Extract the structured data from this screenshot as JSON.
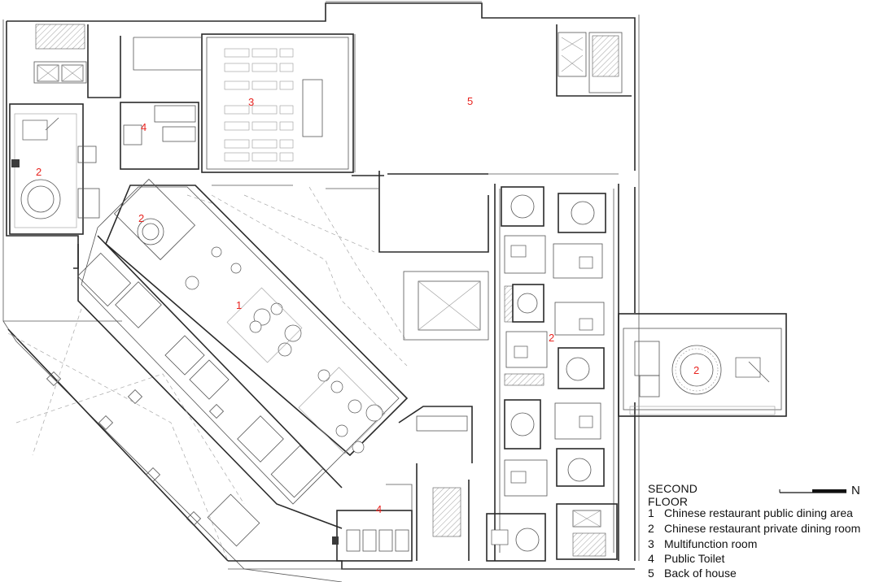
{
  "title": "SECOND FLOOR",
  "north_label": "N",
  "legend": [
    {
      "num": "1",
      "label": "Chinese restaurant public dining area"
    },
    {
      "num": "2",
      "label": "Chinese restaurant private dining room"
    },
    {
      "num": "3",
      "label": "Multifunction room"
    },
    {
      "num": "4",
      "label": "Public Toilet"
    },
    {
      "num": "5",
      "label": "Back of house"
    }
  ],
  "room_tags": [
    "1",
    "2",
    "2",
    "2",
    "2",
    "3",
    "4",
    "4",
    "5"
  ],
  "colors": {
    "room_tag": "#e8231f",
    "lines": "#2a2a2a"
  }
}
